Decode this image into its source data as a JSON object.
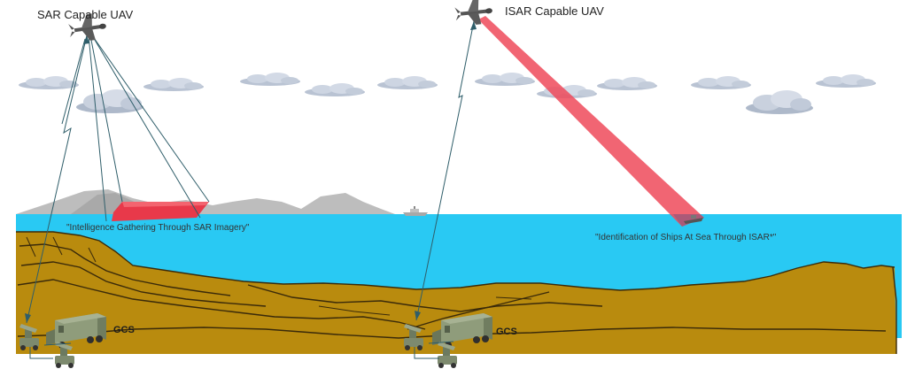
{
  "labels": {
    "sar_uav": "SAR Capable UAV",
    "isar_uav": "ISAR Capable UAV",
    "sar_caption": "\"Intelligence Gathering Through SAR Imagery\"",
    "isar_caption": "\"Identification of Ships At Sea Through ISAR*\"",
    "gcs_left": "GCS",
    "gcs_right": "GCS"
  },
  "colors": {
    "sky": "#ffffff",
    "sea": "#29c9f3",
    "ground": "#b98b0e",
    "ground_line": "#3a2a0a",
    "radar_beam": "#ef4a5a",
    "sar_footprint": "#e8394a",
    "mountains": "#bdbdbd",
    "link_line": "#2f5e6a",
    "vehicle": "#8c9a78"
  },
  "icons": {
    "uav": "uav-icon",
    "cloud": "cloud-icon",
    "ship": "ship-icon",
    "antenna": "antenna-icon",
    "shelter": "shelter-truck-icon"
  }
}
